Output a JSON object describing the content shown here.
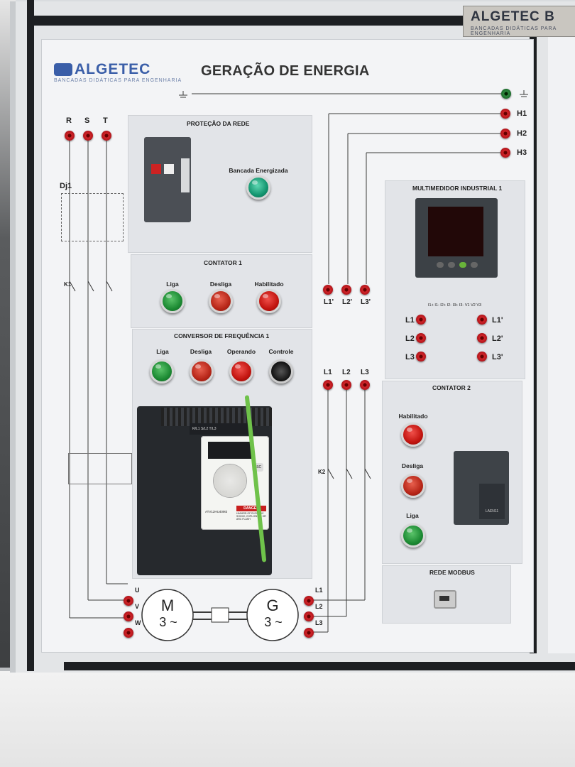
{
  "brand": {
    "name": "ALGETEC",
    "tagline": "BANCADAS DIDÁTICAS PARA ENGENHARIA",
    "tag_suffix": "B"
  },
  "panel_title": "GERAÇÃO DE ENERGIA",
  "colors": {
    "logo_blue": "#3a5ea8",
    "jack_red": "#d2262a",
    "button_green": "#1c8a33",
    "button_red": "#b72618",
    "lamp_teal": "#13956f"
  },
  "supply_terminals": [
    "R",
    "S",
    "T"
  ],
  "breaker_label": "Dj1",
  "contactor_k1_label": "K1",
  "contactor_k2_label": "K2",
  "h_terminals": [
    "H1",
    "H2",
    "H3"
  ],
  "sections": {
    "protecao": {
      "title": "PROTEÇÃO DA REDE",
      "lamp_label": "Bancada Energizada"
    },
    "contator1": {
      "title": "CONTATOR 1",
      "buttons": [
        "Liga",
        "Desliga",
        "Habilitado"
      ]
    },
    "conversor": {
      "title": "CONVERSOR DE FREQUÊNCIA 1",
      "buttons": [
        "Liga",
        "Desliga",
        "Operando",
        "Controle"
      ]
    },
    "multimedidor": {
      "title": "MULTIMEDIDOR INDUSTRIAL 1",
      "inputs": [
        "L1",
        "L2",
        "L3"
      ],
      "outputs": [
        "L1'",
        "L2'",
        "L3'"
      ],
      "channel_labels": "I1+ I1- I2+ I2- I3+ I3- V1 V2 V3"
    },
    "contator2": {
      "title": "CONTATOR 2",
      "buttons": [
        "Habilitado",
        "Desliga",
        "Liga"
      ]
    },
    "modbus": {
      "title": "REDE MODBUS"
    }
  },
  "mid_terminals_top": [
    "L1'",
    "L2'",
    "L3'"
  ],
  "mid_terminals_bottom": [
    "L1",
    "L2",
    "L3"
  ],
  "motor": {
    "symbol": "M",
    "phases": "3 ~",
    "terminals": [
      "U",
      "V",
      "W"
    ]
  },
  "generator": {
    "symbol": "G",
    "phases": "3 ~",
    "terminals": [
      "L1",
      "L2",
      "L3"
    ]
  },
  "drive": {
    "model": "ATV12HU40M3",
    "warning": "DANGER",
    "warning_text": "HAZARD OF ELECTRIC SHOCK, EXPLOSION, OR ARC FLASH",
    "terminals": "R/L1 S/L2 T/L3",
    "keypad_key": "ESC"
  },
  "contactor_model": "LAEN11"
}
